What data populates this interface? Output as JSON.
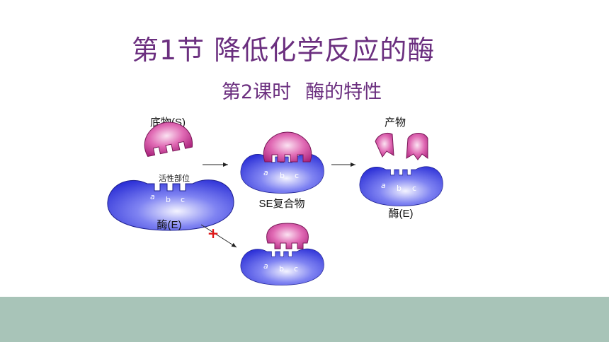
{
  "slide": {
    "title": "第1节 降低化学反应的酶",
    "subtitle_part1": "第2课时",
    "subtitle_part2": "酶的特性"
  },
  "diagram": {
    "substrate_label": "底物(S)",
    "active_site_label": "活性部位",
    "enzyme_label": "酶(E)",
    "complex_label": "SE复合物",
    "product_label": "产物",
    "enzyme_label_after": "酶(E)",
    "site_letters": [
      "a",
      "b",
      "c"
    ],
    "blocked_mark": "+"
  },
  "colors": {
    "title": "#6b2f7f",
    "enzyme": "#5a5ee8",
    "substrate": "#d94fa6",
    "footer_band": "#a8c4b8",
    "blocked_mark": "#e01818"
  }
}
